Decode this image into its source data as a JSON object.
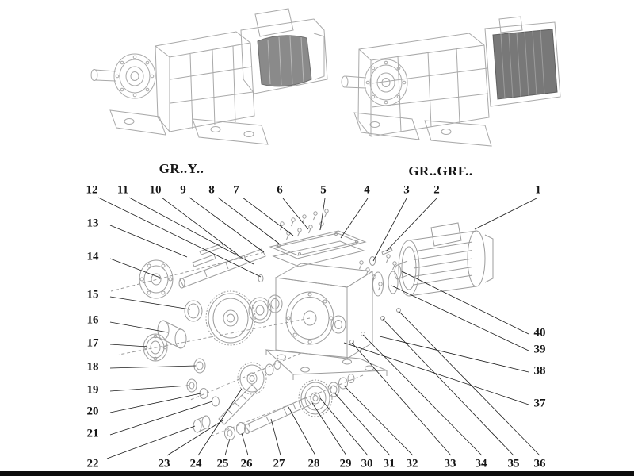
{
  "titles": {
    "left": "GR..Y..",
    "right": "GR..GRF.."
  },
  "callouts": {
    "top": [
      "12",
      "11",
      "10",
      "9",
      "8",
      "7",
      "6",
      "5",
      "4",
      "3",
      "2",
      "1"
    ],
    "left": [
      "13",
      "14",
      "15",
      "16",
      "17",
      "18",
      "19",
      "20",
      "21",
      "22"
    ],
    "bottom": [
      "23",
      "24",
      "25",
      "26",
      "27",
      "28",
      "29",
      "30",
      "31",
      "32",
      "33",
      "34",
      "35",
      "36"
    ],
    "right": [
      "40",
      "39",
      "38",
      "37"
    ]
  },
  "colors": {
    "line_art": "#a9a9a9",
    "leader": "#1c1c1c",
    "motor_dark": "#818181",
    "text": "#161616"
  }
}
